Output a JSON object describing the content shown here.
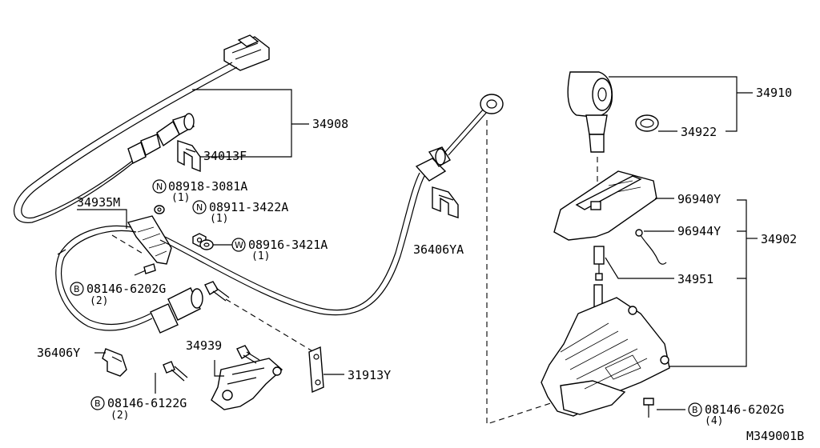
{
  "diagram": {
    "labels": {
      "p34908": "34908",
      "p34013f": "34013F",
      "p34935m": "34935M",
      "p08918": "08918-3081A",
      "p08918_qty": "(1)",
      "p08911": "08911-3422A",
      "p08911_qty": "(1)",
      "p08916": "08916-3421A",
      "p08916_qty": "(1)",
      "p08146_6202g_left": "08146-6202G",
      "p08146_6202g_left_qty": "(2)",
      "p36406ya": "36406YA",
      "p36406y": "36406Y",
      "p34939": "34939",
      "p31913y": "31913Y",
      "p08146_6122g": "08146-6122G",
      "p08146_6122g_qty": "(2)",
      "p34910": "34910",
      "p34922": "34922",
      "p96940y": "96940Y",
      "p96944y": "96944Y",
      "p34902": "34902",
      "p34951": "34951",
      "p08146_6202g_right": "08146-6202G",
      "p08146_6202g_right_qty": "(4)",
      "ref_code": "M349001B"
    },
    "prefixes": {
      "n1": "N",
      "n2": "N",
      "w1": "W",
      "b1": "B",
      "b2": "B",
      "b3": "B"
    }
  }
}
